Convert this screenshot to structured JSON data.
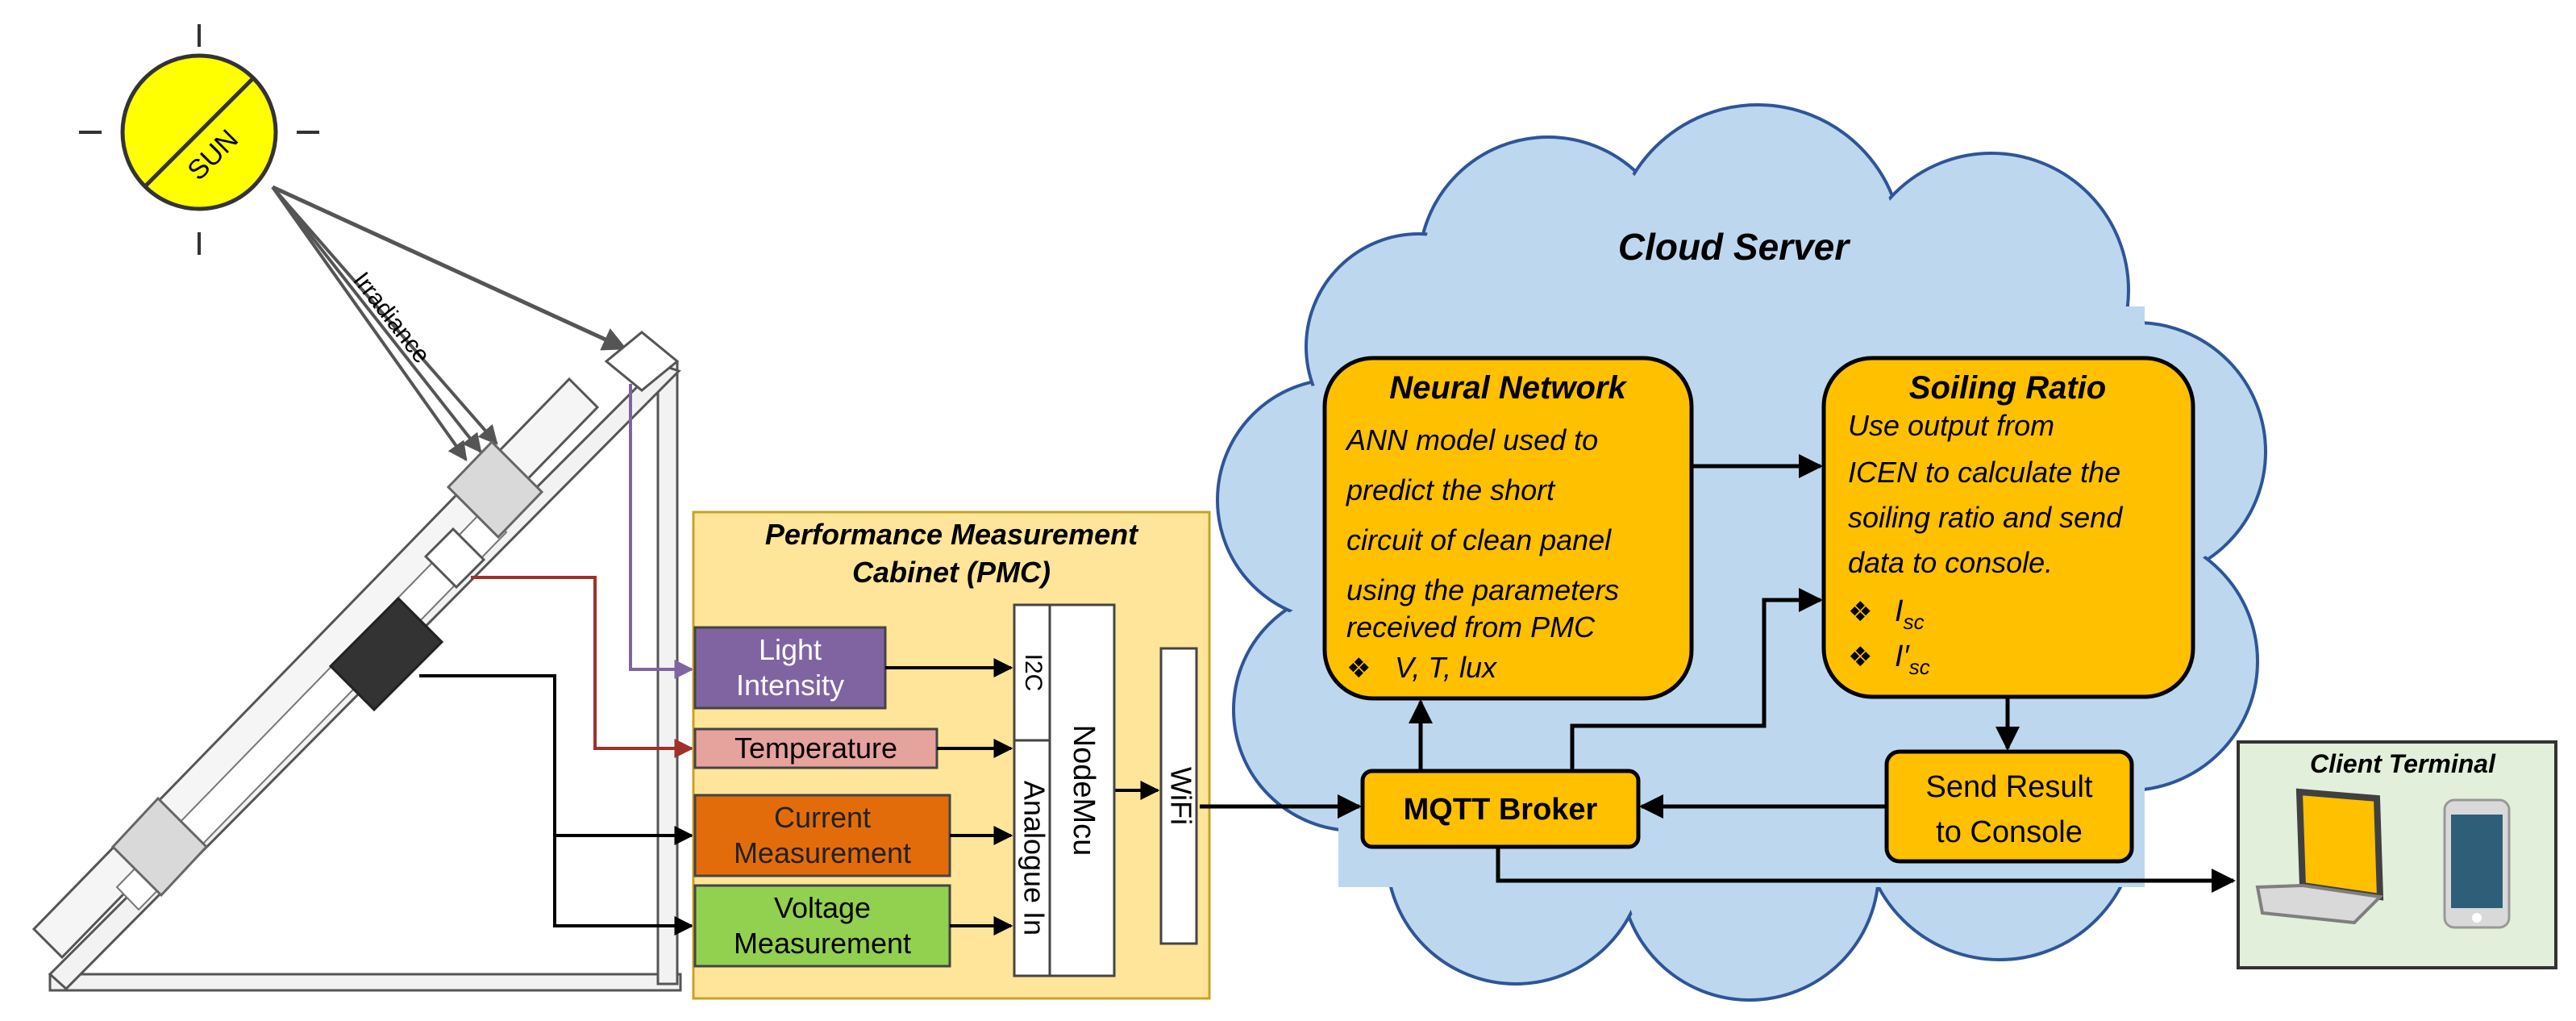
{
  "sun": {
    "label": "SUN"
  },
  "irradiance_label": "Irradiance",
  "pmc": {
    "title_line1": "Performance Measurement",
    "title_line2": "Cabinet (PMC)"
  },
  "sensors": {
    "light": {
      "line1": "Light",
      "line2": "Intensity"
    },
    "temperature": {
      "label": "Temperature"
    },
    "current": {
      "line1": "Current",
      "line2": "Measurement"
    },
    "voltage": {
      "line1": "Voltage",
      "line2": "Measurement"
    }
  },
  "interfaces": {
    "i2c": "I2C",
    "analogue": "Analogue In",
    "nodemcu": "NodeMcu",
    "wifi": "WiFi"
  },
  "cloud": {
    "title": "Cloud Server"
  },
  "neural_network": {
    "title": "Neural Network",
    "lines": [
      "ANN model used to",
      "predict the short",
      "circuit of clean panel",
      "using the parameters",
      "received from PMC"
    ],
    "bullet": "V, T, lux"
  },
  "soiling_ratio": {
    "title": "Soiling Ratio",
    "lines": [
      "Use output from",
      "ICEN to calculate the",
      "soiling ratio and send",
      "data to console."
    ],
    "bullet1": "I",
    "bullet1_sub": "sc",
    "bullet2": "I′",
    "bullet2_sub": "sc"
  },
  "bullet_symbol": "❖",
  "mqtt": {
    "label": "MQTT Broker"
  },
  "send_result": {
    "line1": "Send Result",
    "line2": "to Console"
  },
  "client": {
    "title": "Client Terminal",
    "laptop_icon": "laptop-icon",
    "phone_icon": "smartphone-icon"
  },
  "colors": {
    "sun": "#ffff00",
    "pmc_bg": "#ffe599",
    "cloud": "#bdd7ee",
    "box_orange": "#ffc000",
    "light": "#8064a2",
    "temperature": "#e6a29c",
    "current": "#e36c0a",
    "voltage": "#92d050",
    "client_bg": "#e2efda",
    "arrow_red": "#a0302a",
    "arrow_purple": "#8064a2"
  }
}
